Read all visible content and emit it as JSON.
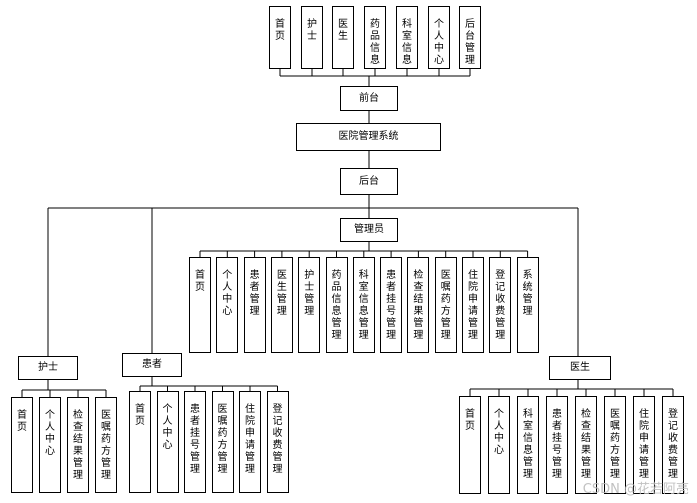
{
  "diagram": {
    "root": "医院管理系统",
    "front": {
      "label": "前台",
      "children": [
        "首页",
        "护士",
        "医生",
        "药品信息",
        "科室信息",
        "个人中心",
        "后台管理"
      ]
    },
    "back": {
      "label": "后台",
      "admin": {
        "label": "管理员",
        "children": [
          "首页",
          "个人中心",
          "患者管理",
          "医生管理",
          "护士管理",
          "药品信息管理",
          "科室信息管理",
          "患者挂号管理",
          "检查结果管理",
          "医嘱药方管理",
          "住院申请管理",
          "登记收费管理",
          "系统管理"
        ]
      },
      "nurse": {
        "label": "护士",
        "children": [
          "首页",
          "个人中心",
          "检查结果管理",
          "医嘱药方管理"
        ]
      },
      "patient": {
        "label": "患者",
        "children": [
          "首页",
          "个人中心",
          "患者挂号管理",
          "医嘱药方管理",
          "住院申请管理",
          "登记收费管理"
        ]
      },
      "doctor": {
        "label": "医生",
        "children": [
          "首页",
          "个人中心",
          "科室信息管理",
          "患者挂号管理",
          "检查结果管理",
          "医嘱药方管理",
          "住院申请管理",
          "登记收费管理"
        ]
      }
    }
  },
  "watermark": "CSDN @花若阿亮"
}
